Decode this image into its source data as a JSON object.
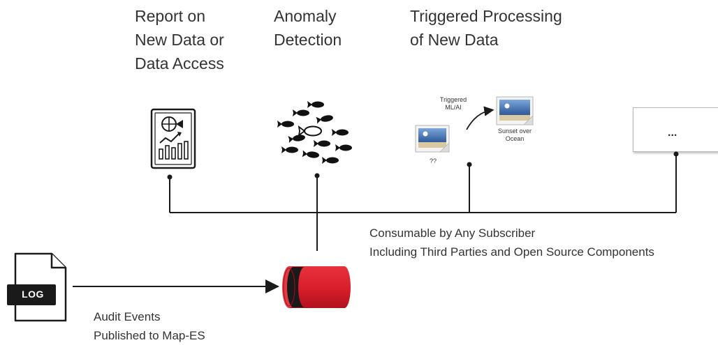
{
  "headings": {
    "report": [
      "Report on",
      "New Data or",
      "Data Access"
    ],
    "anomaly": [
      "Anomaly",
      "Detection"
    ],
    "triggered": [
      "Triggered Processing",
      "of New Data"
    ]
  },
  "processing": {
    "triggered_label": [
      "Triggered",
      "ML/AI"
    ],
    "unknown_label": "??",
    "result_label": [
      "Sunset over",
      "Ocean"
    ]
  },
  "more_placeholder": "...",
  "log_label": "LOG",
  "subscriber_caption": [
    "Consumable by Any Subscriber",
    "Including Third Parties and Open Source Components"
  ],
  "audit_caption": [
    "Audit Events",
    "Published to Map-ES"
  ],
  "colors": {
    "stream_red": "#d91f2b",
    "stream_band": "#1a1a1a",
    "line": "#1a1a1a",
    "frame_blue": "#4a78b5"
  }
}
